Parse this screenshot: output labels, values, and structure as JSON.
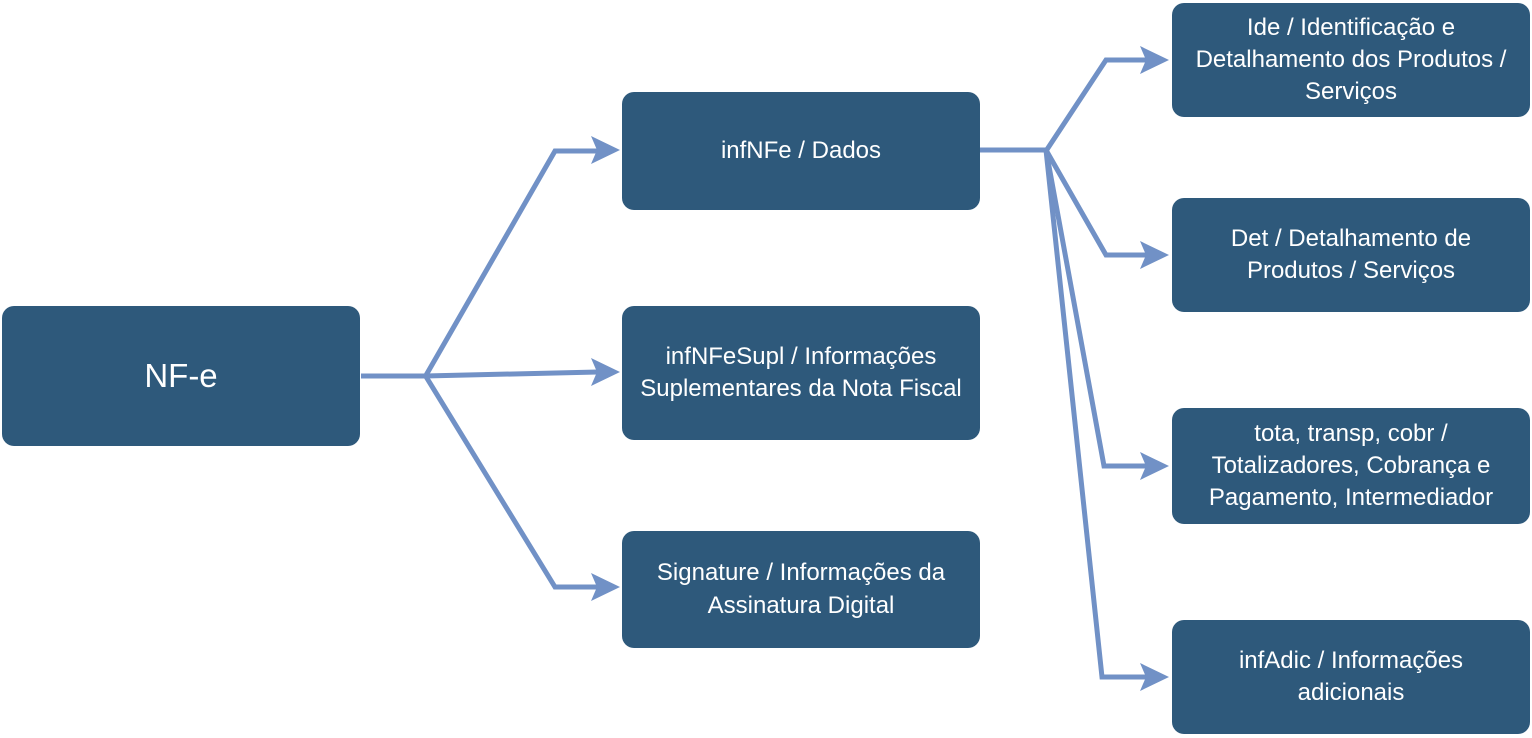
{
  "diagram": {
    "type": "hierarchy",
    "colors": {
      "node_fill": "#2E597B",
      "node_text": "#FFFFFF",
      "arrow": "#7191C6"
    },
    "nodes": {
      "root": {
        "id": "root",
        "label": "NF-e"
      },
      "infnfe": {
        "id": "infnfe",
        "label": "infNFe / Dados"
      },
      "infnfesupl": {
        "id": "infnfesupl",
        "label": "infNFeSupl / Informações Suplementares da Nota Fiscal"
      },
      "signature": {
        "id": "signature",
        "label": "Signature / Informações da Assinatura Digital"
      },
      "ide": {
        "id": "ide",
        "label": "Ide / Identificação e Detalhamento dos Produtos / Serviços"
      },
      "det": {
        "id": "det",
        "label": "Det / Detalhamento de Produtos / Serviços"
      },
      "tota": {
        "id": "tota",
        "label": "tota, transp, cobr / Totalizadores, Cobrança e Pagamento, Intermediador"
      },
      "infadic": {
        "id": "infadic",
        "label": "infAdic / Informações adicionais"
      }
    },
    "edges": [
      {
        "from": "root",
        "to": "infnfe"
      },
      {
        "from": "root",
        "to": "infnfesupl"
      },
      {
        "from": "root",
        "to": "signature"
      },
      {
        "from": "infnfe",
        "to": "ide"
      },
      {
        "from": "infnfe",
        "to": "det"
      },
      {
        "from": "infnfe",
        "to": "tota"
      },
      {
        "from": "infnfe",
        "to": "infadic"
      }
    ]
  }
}
